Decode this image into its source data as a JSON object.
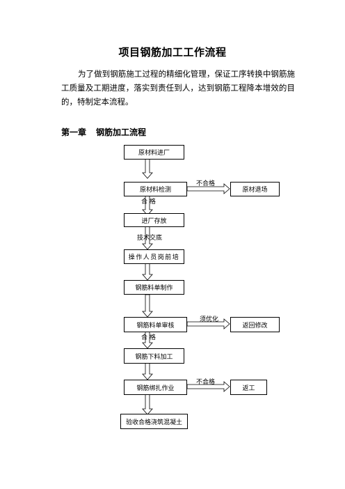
{
  "document": {
    "title": "项目钢筋加工工作流程",
    "intro": "为了做到钢筋施工过程的精细化管理，保证工序转换中钢筋施工质量及工期进度，落实到责任到人，达到钢筋工程降本增效的目的，特制定本流程。",
    "chapter_number": "第一章",
    "chapter_title": "钢筋加工流程"
  },
  "flowchart": {
    "steps": {
      "raw_material_entry": "原材料进厂",
      "raw_material_test": "原材料检测",
      "storage": "进厂存放",
      "pre_job_training": "操作人员岗前培",
      "rebar_list_making": "钢筋料单制作",
      "rebar_list_review": "钢筋料单审核",
      "cutting": "钢筋下料加工",
      "binding": "钢筋绑扎作业",
      "acceptance_pour": "验收合格浇筑混凝土"
    },
    "side_results": {
      "material_return": "原材退场",
      "return_revise": "返回修改",
      "rework": "返工"
    },
    "labels": {
      "fail_1": "不合格",
      "pass_1": "合 格",
      "tech_briefing": "技术交底",
      "needs_optimize": "须优化",
      "pass_2": "合 格",
      "fail_2": "不合格"
    }
  }
}
